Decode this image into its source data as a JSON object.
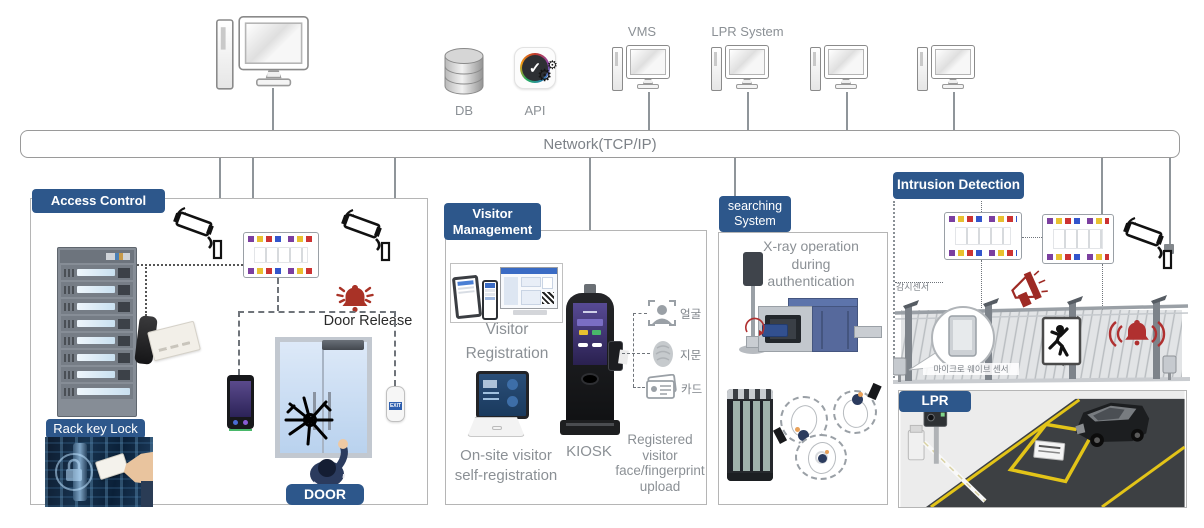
{
  "top": {
    "db_label": "DB",
    "api_label": "API",
    "vms_label": "VMS",
    "lpr_system_label": "LPR System"
  },
  "network": {
    "label": "Network(TCP/IP)"
  },
  "access_control": {
    "title": "Access Control",
    "door_release_label": "Door Release",
    "rack_key_lock_label": "Rack key Lock",
    "door_label": "DOOR",
    "exit_label": "EXIT"
  },
  "visitor_management": {
    "title": "Visitor\nManagement",
    "registration_label": "Visitor\nRegistration",
    "onsite_label": "On-site visitor\nself-registration",
    "kiosk_label": "KIOSK",
    "registered_upload_label": "Registered\nvisitor\nface/fingerprint\nupload",
    "auth_face_label": "얼굴",
    "auth_fingerprint_label": "지문",
    "auth_card_label": "카드"
  },
  "searching_system": {
    "title": "searching\nSystem",
    "xray_label": "X-ray operation\nduring\nauthentication"
  },
  "intrusion_detection": {
    "title": "Intrusion Detection",
    "sensor_label": "감시센서",
    "microwave_sensor_label": "마이크로 웨이브 센서"
  },
  "lpr": {
    "title": "LPR"
  }
}
